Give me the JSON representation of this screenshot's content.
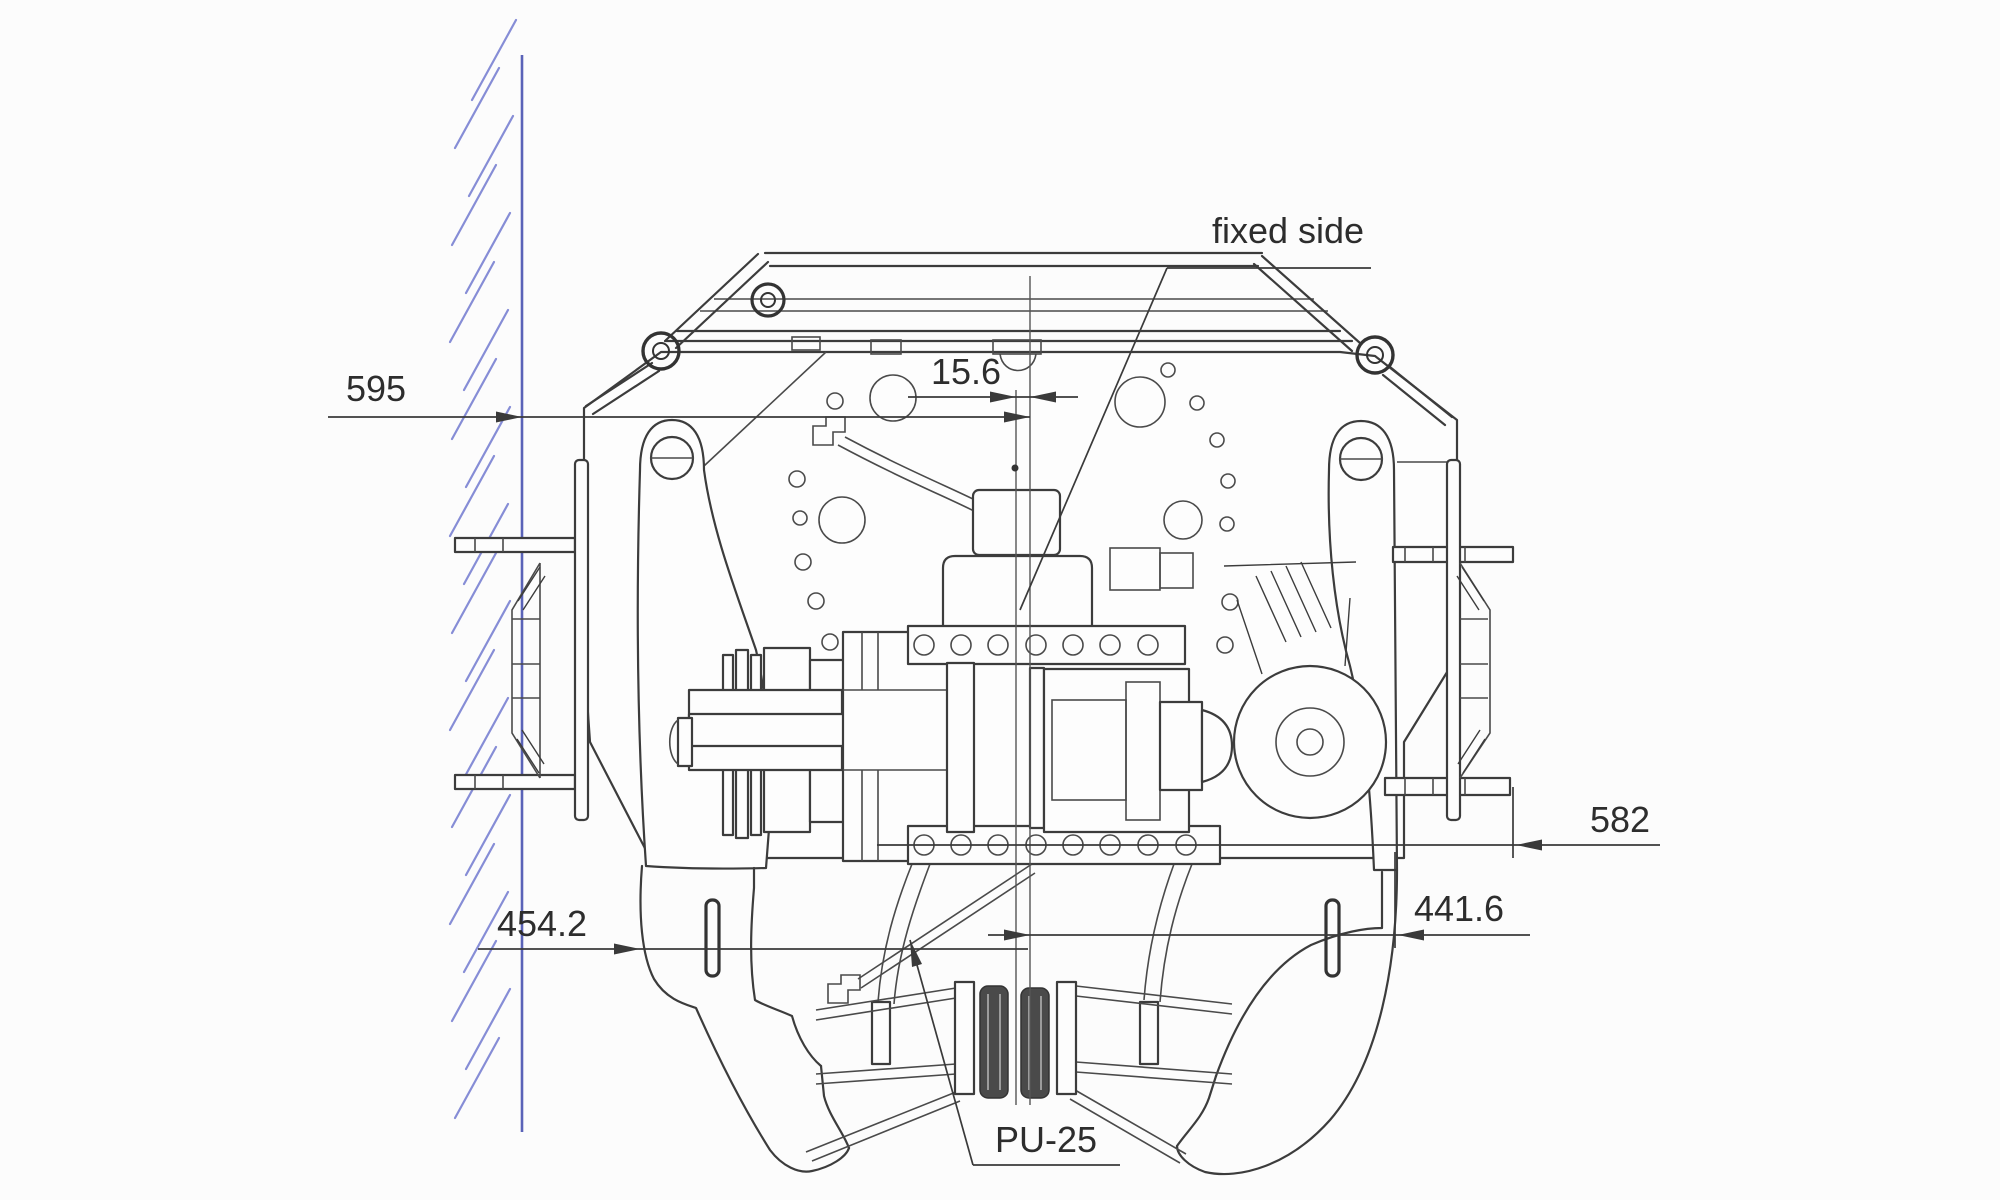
{
  "drawing": {
    "type": "engineering-line-drawing-front-view",
    "description": "Front view of a clamp/gripper mechanism mounted beside a wall, with dimension annotations",
    "labels": {
      "fixed_side": "fixed side",
      "part": "PU-25",
      "dim_wall_to_center": "595",
      "dim_center_offset": "15.6",
      "dim_right_extent": "582",
      "dim_left_lower": "454.2",
      "dim_right_lower": "441.6"
    },
    "colors": {
      "wall_line": "#5a63b8",
      "wall_hatch": "#868dd6",
      "drawing_line": "#3c3c3c",
      "dimension_line": "#3a3a3a",
      "text": "#2d2d2d",
      "background": "#fcfcfc"
    }
  }
}
